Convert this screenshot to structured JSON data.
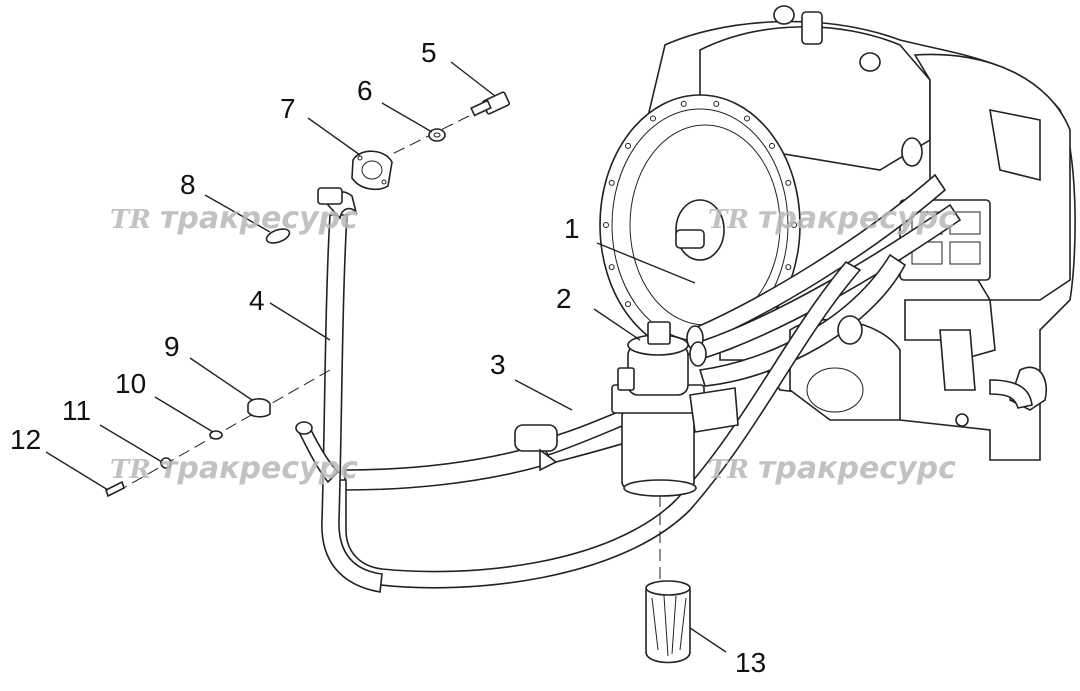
{
  "watermark": {
    "logo": "TR",
    "text": "тракресурс"
  },
  "callouts": [
    "1",
    "2",
    "3",
    "4",
    "5",
    "6",
    "7",
    "8",
    "9",
    "10",
    "11",
    "12",
    "13"
  ]
}
